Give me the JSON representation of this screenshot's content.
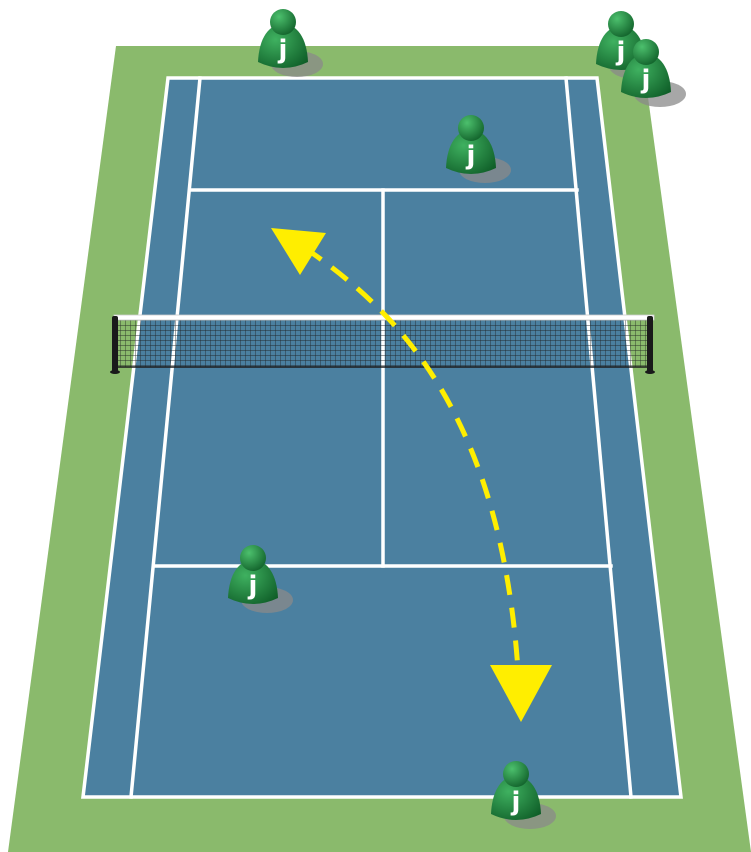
{
  "colors": {
    "grass": "#8aba6c",
    "court": "#4b80a0",
    "lines": "#ffffff",
    "net_mesh": "#1c1c1c",
    "player_body": "#1b8a3c",
    "player_dark": "#0f5e28",
    "shadow": "#8a8a8a",
    "arrow": "#ffee00"
  },
  "players": [
    {
      "label": "j"
    },
    {
      "label": "j"
    },
    {
      "label": "j"
    },
    {
      "label": "j"
    },
    {
      "label": "j"
    },
    {
      "label": "j"
    }
  ],
  "ball_path": {
    "style": "dashed-arrow",
    "arrowheads": [
      "toward-far-court-left",
      "toward-near-baseline"
    ]
  }
}
